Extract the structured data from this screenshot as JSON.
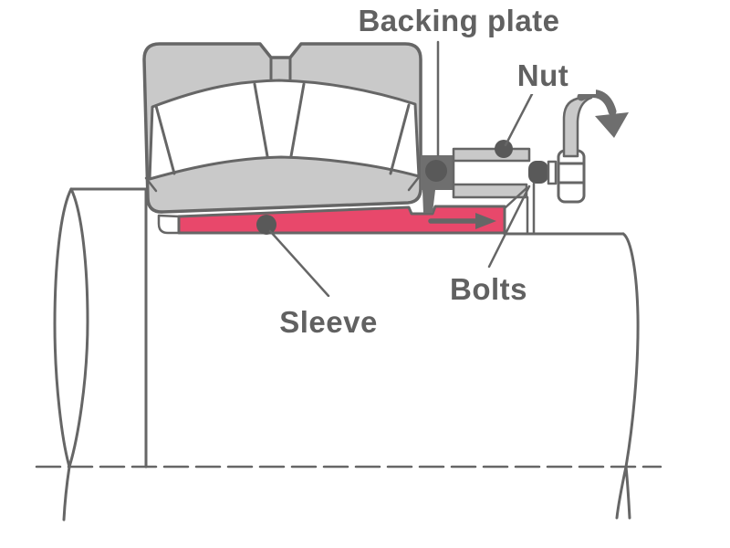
{
  "labels": {
    "backing_plate": "Backing plate",
    "nut": "Nut",
    "bolts": "Bolts",
    "sleeve": "Sleeve"
  },
  "colors": {
    "sleeve-pink": "#e8486b",
    "metal-light-gray": "#c9c9c9",
    "outline-gray": "#666666",
    "plate-gray": "#6f6f6f",
    "marker-dark-gray": "#595959",
    "arrow-gray": "#6e6e6e",
    "label-text": "#616161",
    "label-box-bg": "#ffffff"
  }
}
